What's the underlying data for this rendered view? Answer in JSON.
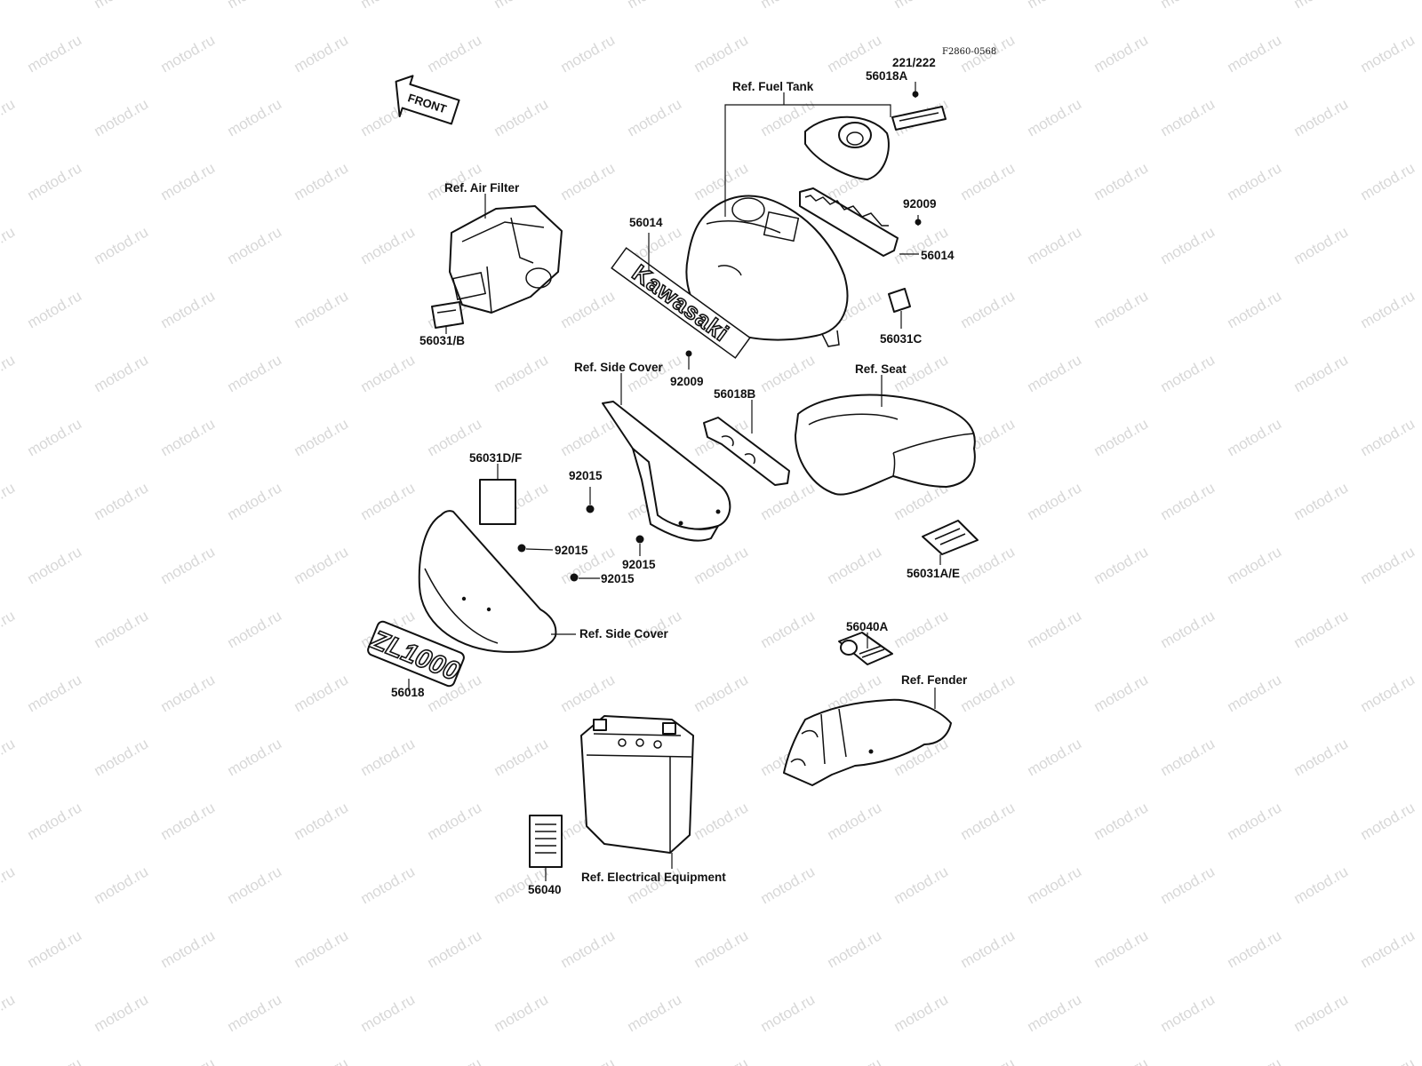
{
  "diagram": {
    "ref_code": "F2860-0568",
    "watermark": "motod.ru",
    "front_arrow": "FRONT",
    "labels": {
      "fuel_tank": "Ref. Fuel Tank",
      "p221_222": "221/222",
      "p56018A": "56018A",
      "air_filter": "Ref. Air Filter",
      "p92009_top": "92009",
      "p56014_left": "56014",
      "p56014_right": "56014",
      "p56031B": "56031/B",
      "p56031C": "56031C",
      "side_cover_top": "Ref. Side Cover",
      "p92009_mid": "92009",
      "p56018B": "56018B",
      "seat": "Ref. Seat",
      "p56031DF": "56031D/F",
      "p92015_a": "92015",
      "p92015_b": "92015",
      "p92015_c": "92015",
      "p92015_d": "92015",
      "p56031AE": "56031A/E",
      "side_cover_bottom": "Ref. Side Cover",
      "p56040A": "56040A",
      "fender": "Ref. Fender",
      "p56018": "56018",
      "electrical": "Ref. Electrical Equipment",
      "p56040": "56040"
    },
    "decals": {
      "kawasaki": "Kawasaki",
      "zl1000": "ZL1000"
    }
  }
}
